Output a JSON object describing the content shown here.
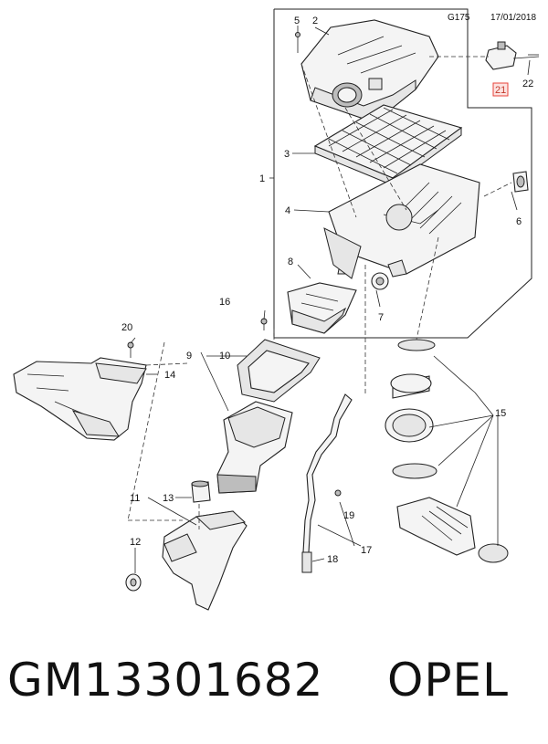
{
  "header": {
    "figure_code": "G175",
    "date": "17/01/2018"
  },
  "callouts": [
    "1",
    "2",
    "3",
    "4",
    "5",
    "6",
    "7",
    "8",
    "9",
    "10",
    "11",
    "12",
    "13",
    "14",
    "15",
    "16",
    "17",
    "18",
    "19",
    "20",
    "21",
    "22"
  ],
  "footer": {
    "part_number": "GM13301682",
    "brand": "OPEL"
  },
  "colors": {
    "line": "#222222",
    "highlight_box": "#e8433a",
    "background": "#ffffff"
  }
}
